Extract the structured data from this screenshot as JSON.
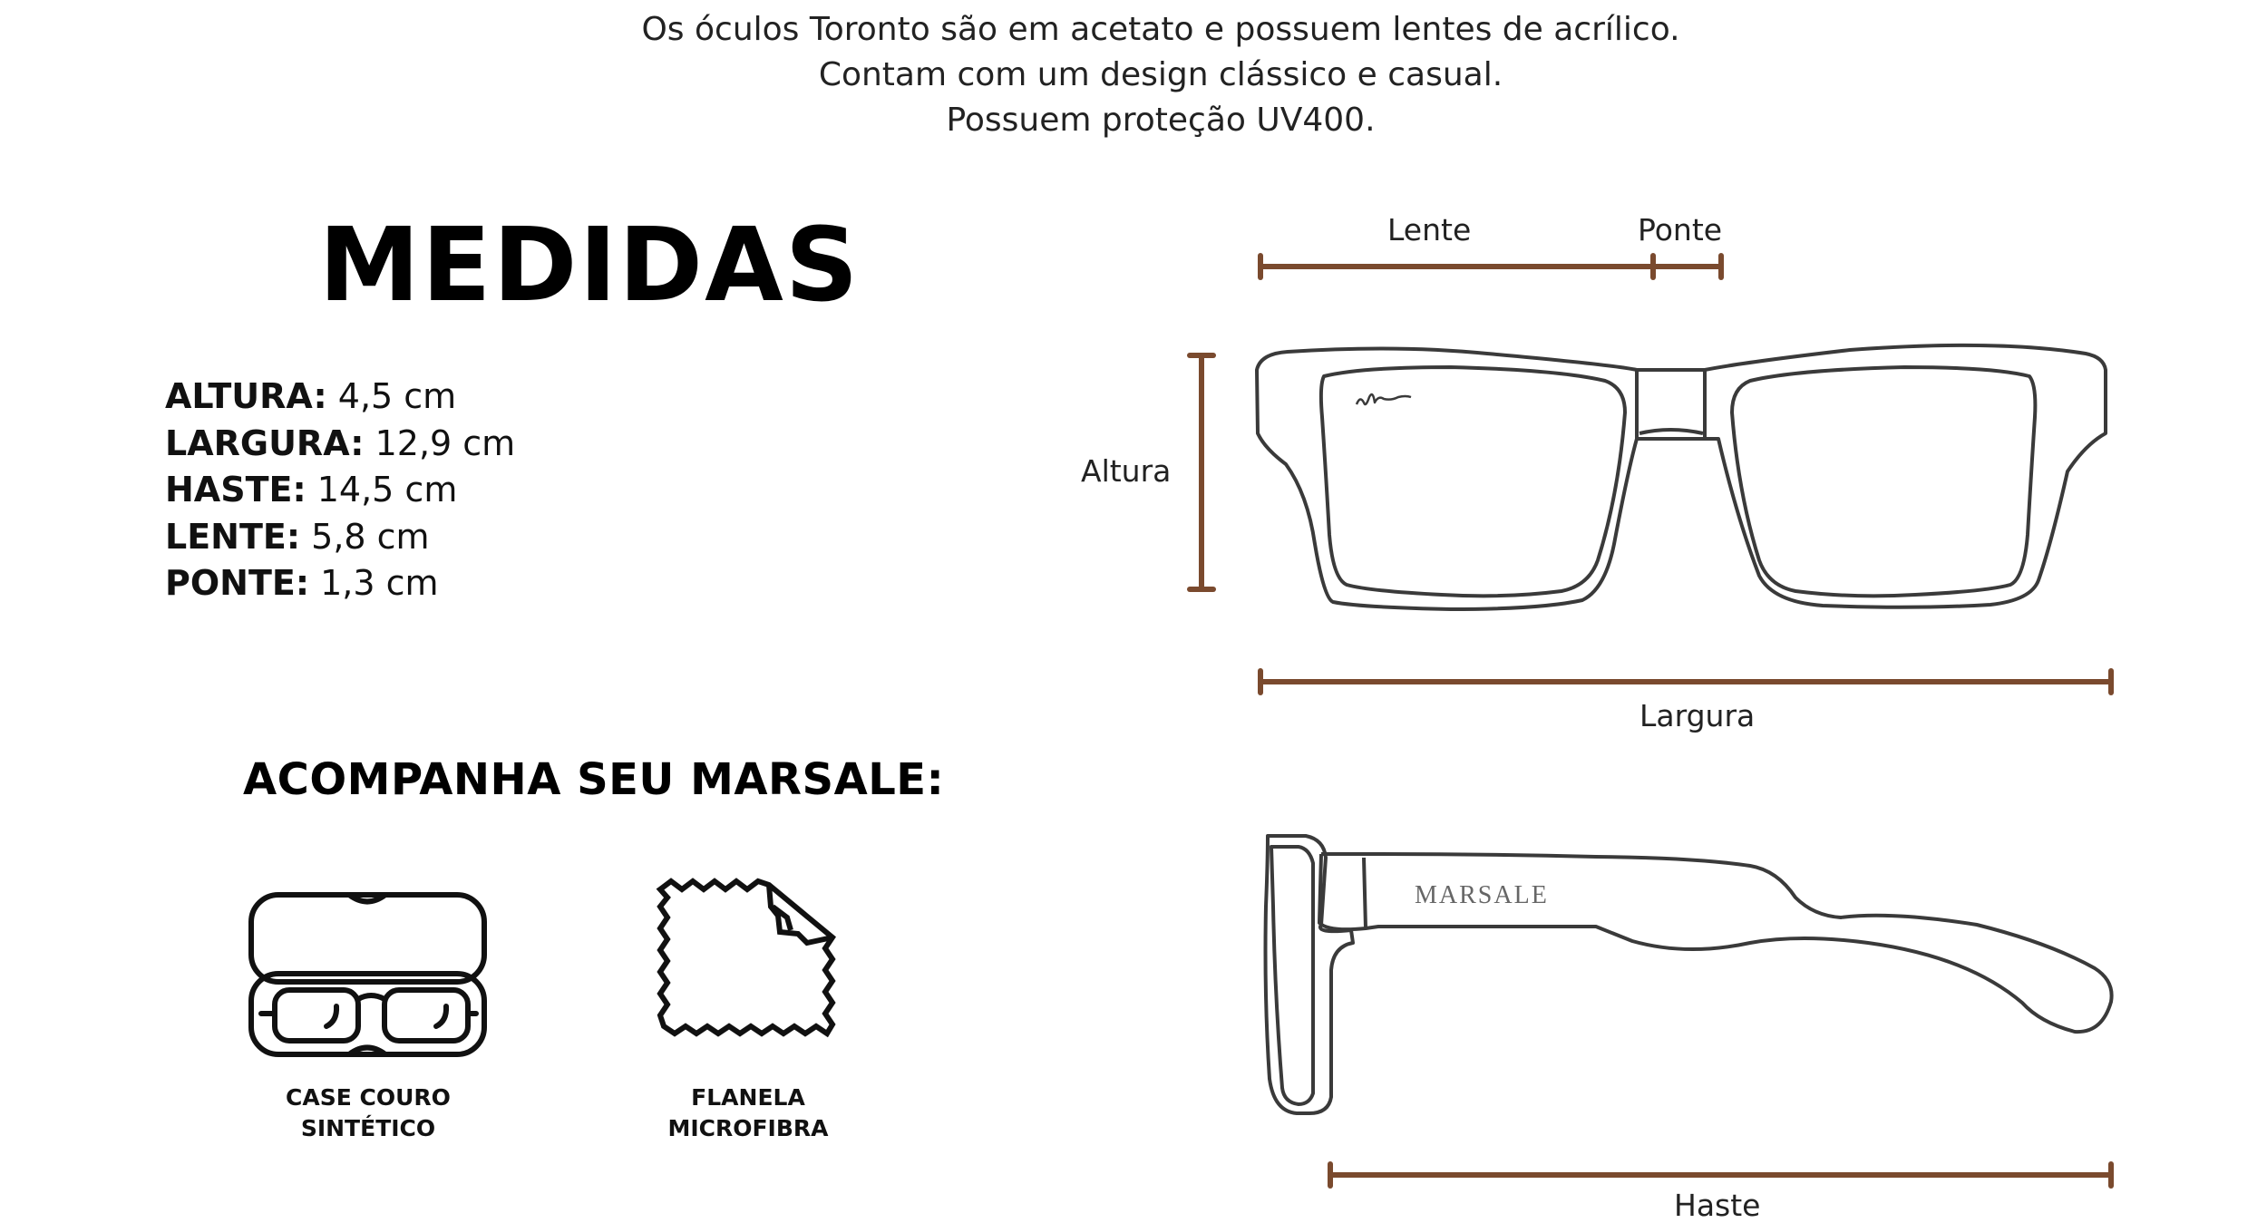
{
  "intro": {
    "line1": "Os óculos Toronto são em acetato e possuem lentes de acrílico.",
    "line2": "Contam com um design clássico e casual.",
    "line3": "Possuem proteção UV400."
  },
  "measures": {
    "title": "MEDIDAS",
    "items": [
      {
        "key": "ALTURA:",
        "value": " 4,5 cm"
      },
      {
        "key": "LARGURA:",
        "value": " 12,9 cm"
      },
      {
        "key": "HASTE:",
        "value": " 14,5 cm"
      },
      {
        "key": "LENTE:",
        "value": " 5,8 cm"
      },
      {
        "key": "PONTE:",
        "value": " 1,3 cm"
      }
    ]
  },
  "accessories": {
    "title": "ACOMPANHA SEU MARSALE:",
    "case": {
      "line1": "CASE COURO",
      "line2": "SINTÉTICO",
      "icon": "glasses-case-icon"
    },
    "cloth": {
      "line1": "FLANELA",
      "line2": "MICROFIBRA",
      "icon": "microfiber-cloth-icon"
    }
  },
  "diagram": {
    "lens_label": "Lente",
    "bridge_label": "Ponte",
    "height_label": "Altura",
    "width_label": "Largura",
    "temple_label": "Haste",
    "brand_mark": "MARSALE",
    "signature": "mb",
    "measure_color": "#7a4a2e",
    "outline_color": "#3a3a3a"
  }
}
